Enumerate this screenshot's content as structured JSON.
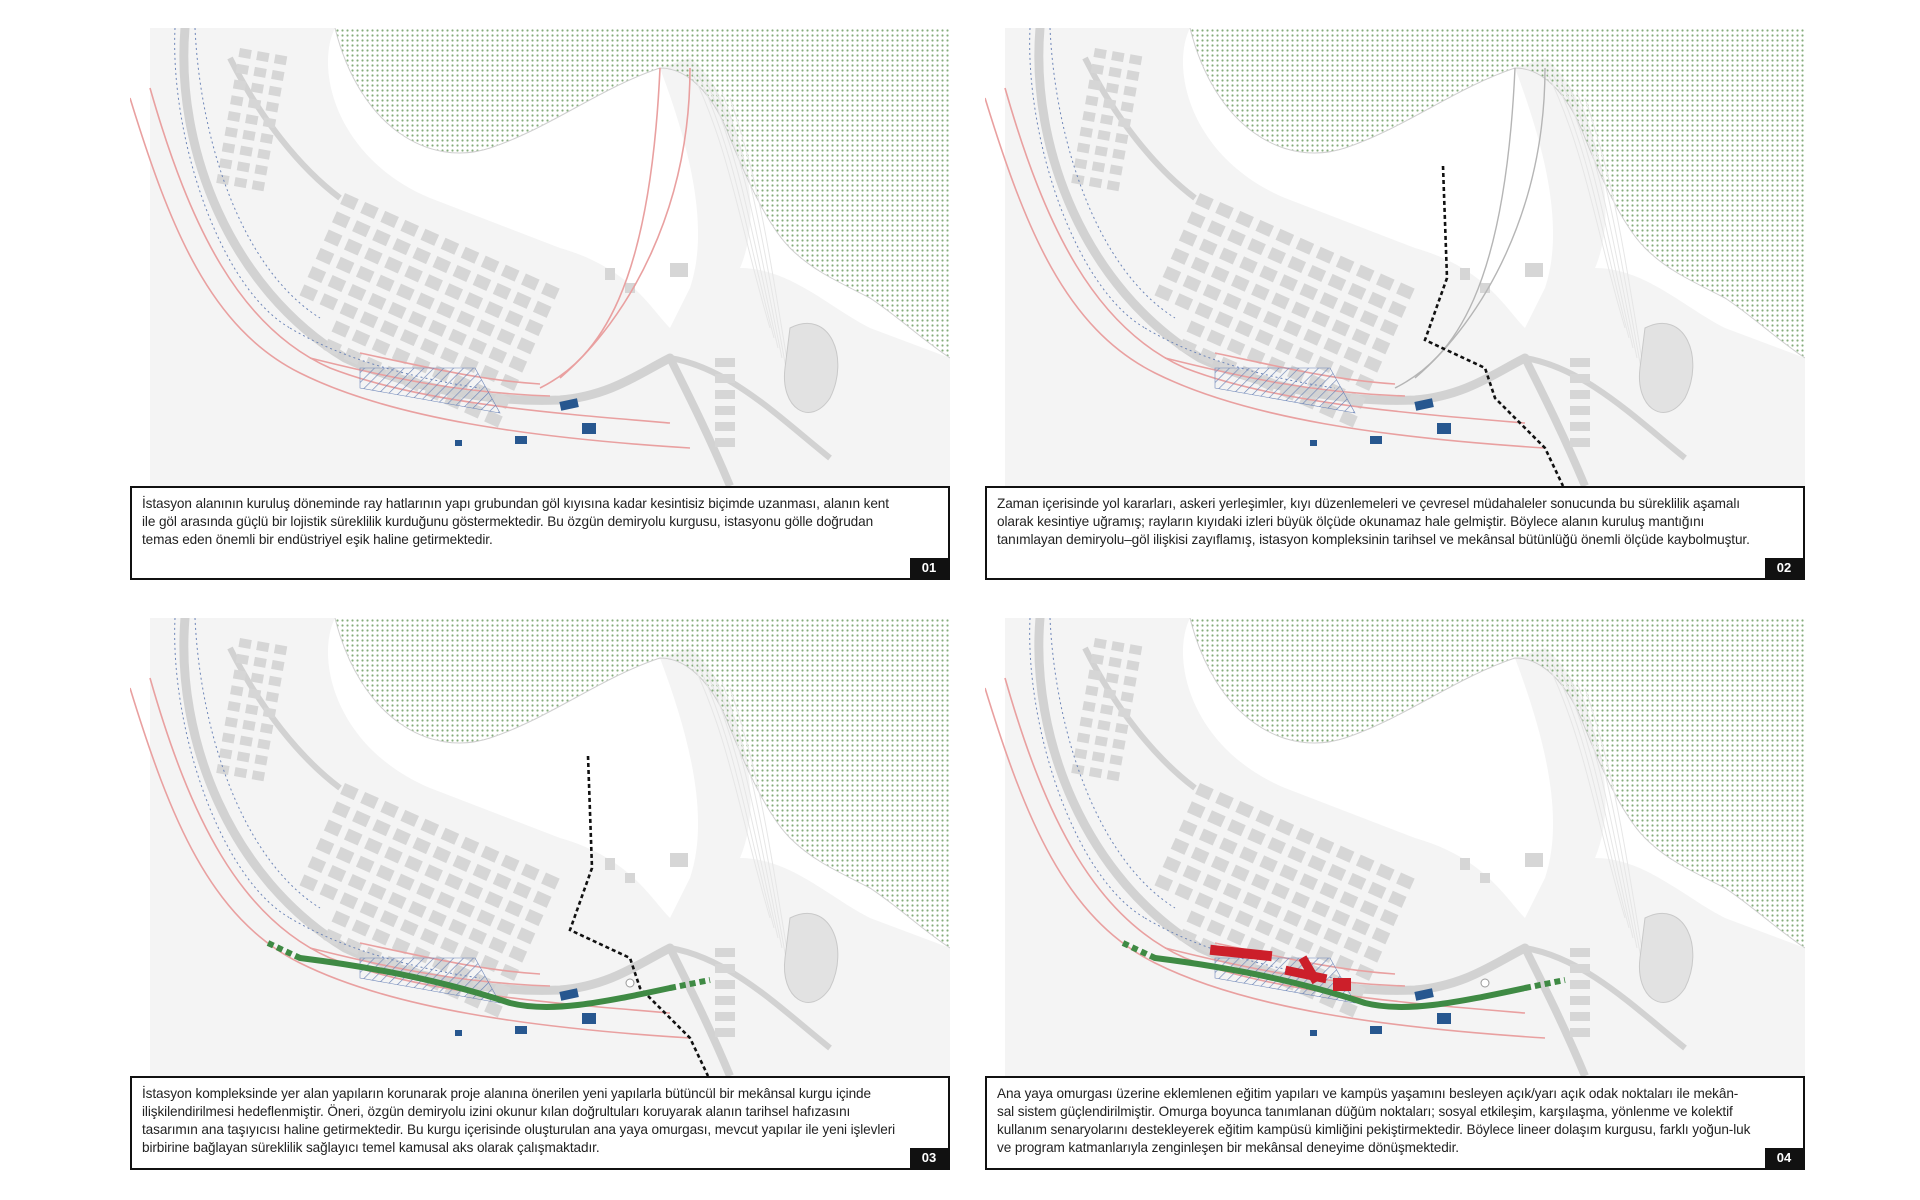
{
  "colors": {
    "lake_hatch": "#6f9f64",
    "building": "#d6d6d6",
    "road": "#d2d2d2",
    "rail": "#e9a0a0",
    "boundary": "#6e86b8",
    "warehouse": "#27578f",
    "spine": "#3f8a44",
    "education": "#cc1f2a",
    "break_line": "#111111"
  },
  "panels": [
    {
      "number": "01",
      "caption": "İstasyon alanının kuruluş döneminde ray hatlarının yapı grubundan göl kıyısına kadar kesintisiz biçimde uzanması, alanın kent ile göl arasında güçlü bir lojistik süreklilik kurduğunu göstermektedir. Bu özgün demiryolu kurgusu, istasyonu gölle doğrudan temas eden önemli bir endüstriyel eşik haline getirmektedir."
    },
    {
      "number": "02",
      "caption": "Zaman içerisinde yol kararları, askeri yerleşimler, kıyı düzenlemeleri ve çevresel müdahaleler sonucunda bu süreklilik aşamalı olarak kesintiye uğramış; rayların kıyıdaki izleri büyük ölçüde okunamaz hale gelmiştir. Böylece alanın kuruluş mantığını tanımlayan demiryolu–göl ilişkisi zayıflamış, istasyon kompleksinin tarihsel ve mekânsal bütünlüğü önemli ölçüde kaybolmuştur."
    },
    {
      "number": "03",
      "caption": "İstasyon kompleksinde yer alan yapıların korunarak proje alanına önerilen yeni yapılarla bütüncül bir mekânsal kurgu içinde ilişkilendirilmesi hedeflenmiştir. Öneri, özgün demiryolu izini okunur kılan doğrultuları koruyarak alanın tarihsel hafızasını tasarımın ana taşıyıcısı haline getirmektedir. Bu kurgu içerisinde oluşturulan ana yaya omurgası, mevcut yapılar ile yeni işlevleri birbirine bağlayan süreklilik sağlayıcı temel kamusal aks olarak çalışmaktadır."
    },
    {
      "number": "04",
      "caption": "Ana yaya omurgası üzerine eklemlenen eğitim yapıları ve kampüs yaşamını besleyen açık/yarı açık odak noktaları ile mekân-sal sistem güçlendirilmiştir. Omurga boyunca tanımlanan düğüm noktaları; sosyal etkileşim, karşılaşma, yönlenme ve kolektif kullanım senaryolarını destekleyerek eğitim kampüsü kimliğini pekiştirmektedir. Böylece lineer dolaşım kurgusu, farklı yoğun-luk ve program katmanlarıyla zenginleşen bir mekânsal deneyime dönüşmektedir."
    }
  ]
}
